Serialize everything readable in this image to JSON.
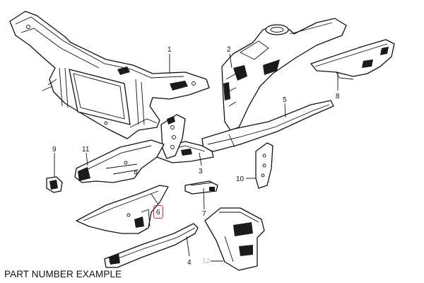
{
  "diagram": {
    "callouts": {
      "c1": "1",
      "c2": "2",
      "c3": "3",
      "c4": "4",
      "c5": "5",
      "c6": "6",
      "c7": "7",
      "c8": "8",
      "c9": "9",
      "c10": "10",
      "c11": "11",
      "c12": "12"
    },
    "highlighted_callout": "6",
    "highlight_color": "#e0262d",
    "caption": "PART NUMBER EXAMPLE"
  }
}
